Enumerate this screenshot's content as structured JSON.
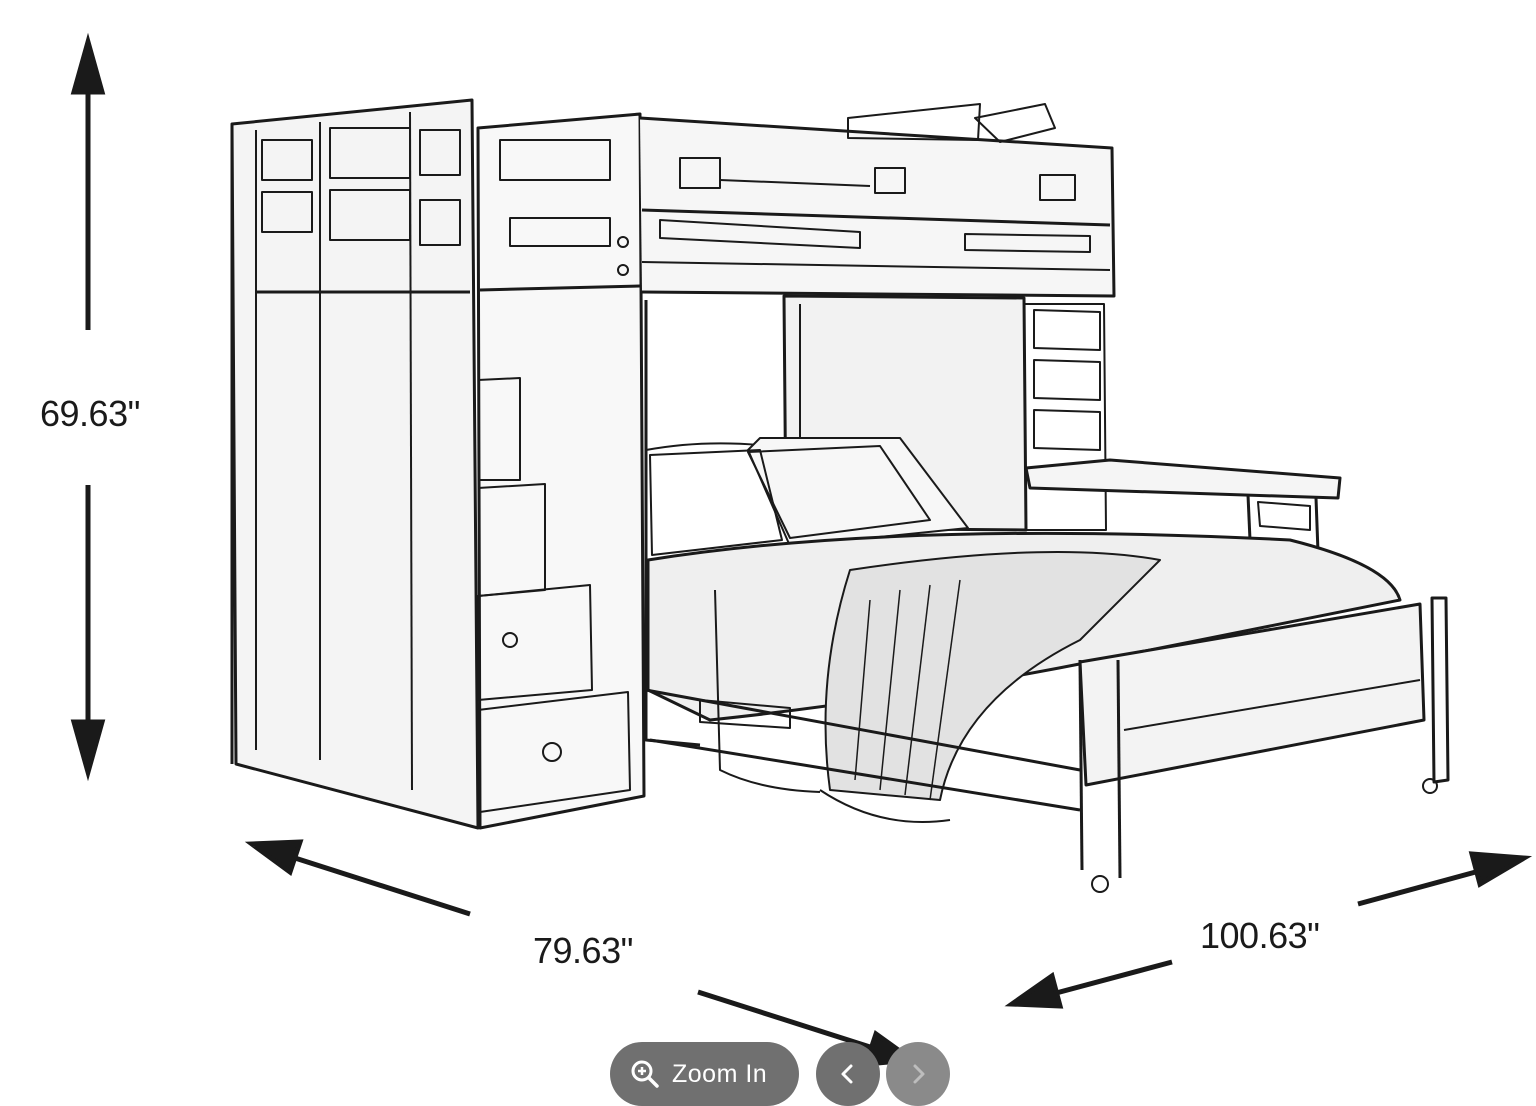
{
  "dimensions": {
    "height": "69.63\"",
    "depth": "79.63\"",
    "width": "100.63\""
  },
  "controls": {
    "zoom_label": "Zoom In",
    "zoom_icon": "magnifier-plus-icon",
    "prev_icon": "chevron-left-icon",
    "next_icon": "chevron-right-icon"
  },
  "colors": {
    "line": "#1a1a1a",
    "button_bg": "#707070",
    "button_text": "#ffffff"
  }
}
